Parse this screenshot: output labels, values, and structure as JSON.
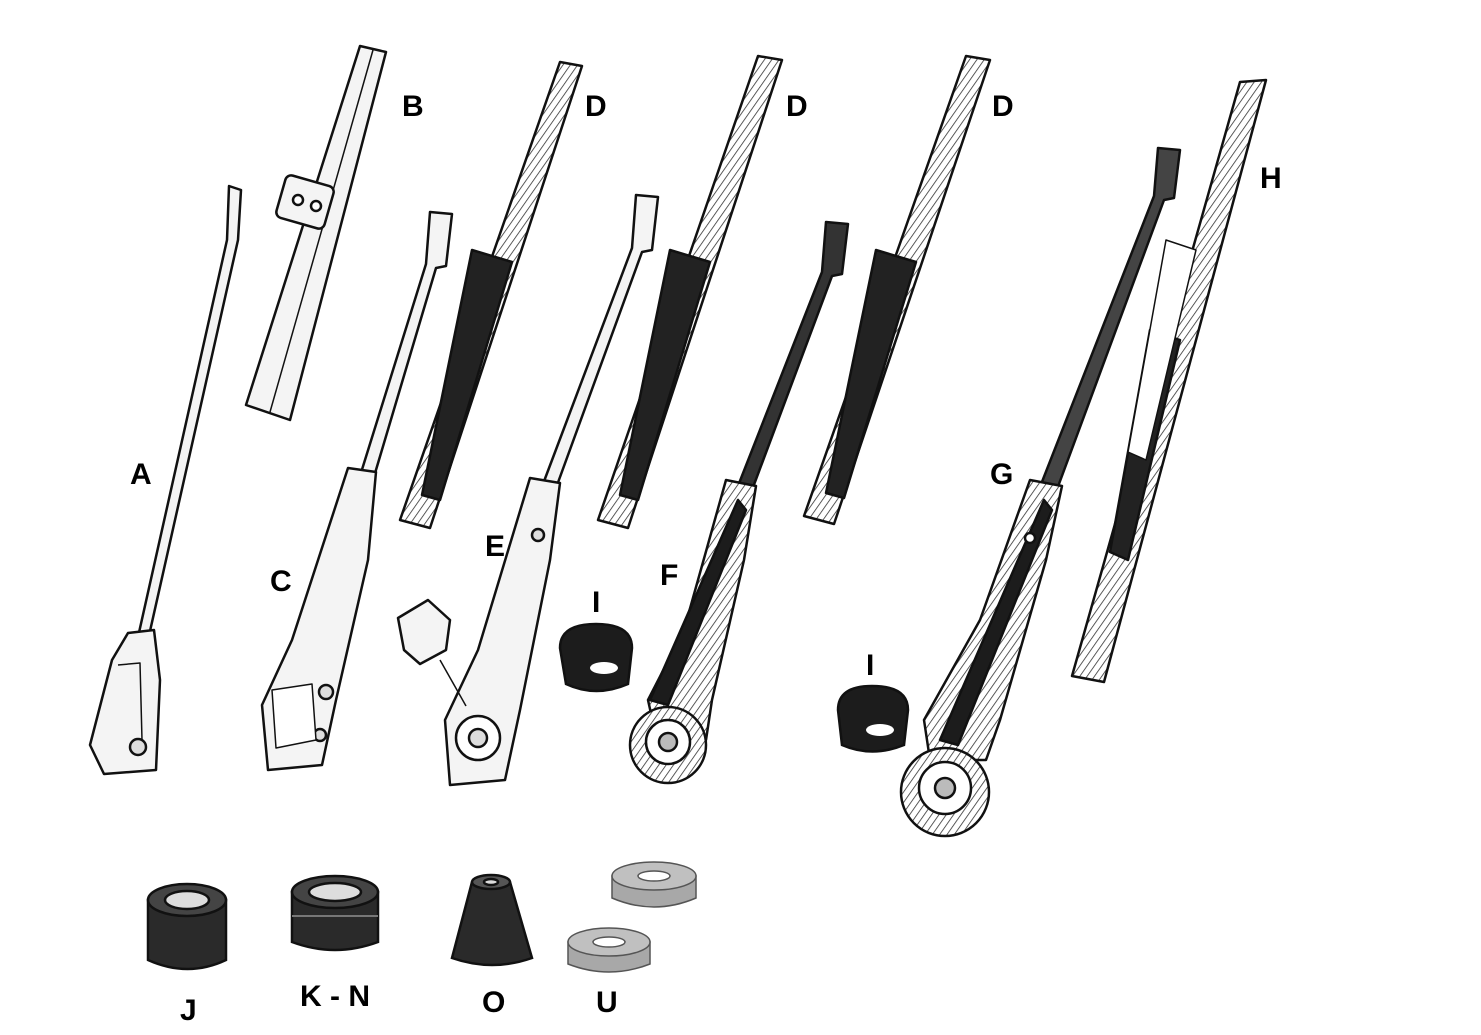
{
  "labels": {
    "a": "A",
    "b": "B",
    "c": "C",
    "d1": "D",
    "d2": "D",
    "d3": "D",
    "e": "E",
    "f": "F",
    "g": "G",
    "h": "H",
    "i1": "I",
    "i2": "I",
    "j": "J",
    "kn": "K - N",
    "o": "O",
    "u": "U"
  },
  "colors": {
    "ink": "#111111",
    "chrome": "#f4f4f4",
    "dark": "#1c1c1c",
    "rubber": "#2a2a2a",
    "washer": "#b4b4b4"
  }
}
